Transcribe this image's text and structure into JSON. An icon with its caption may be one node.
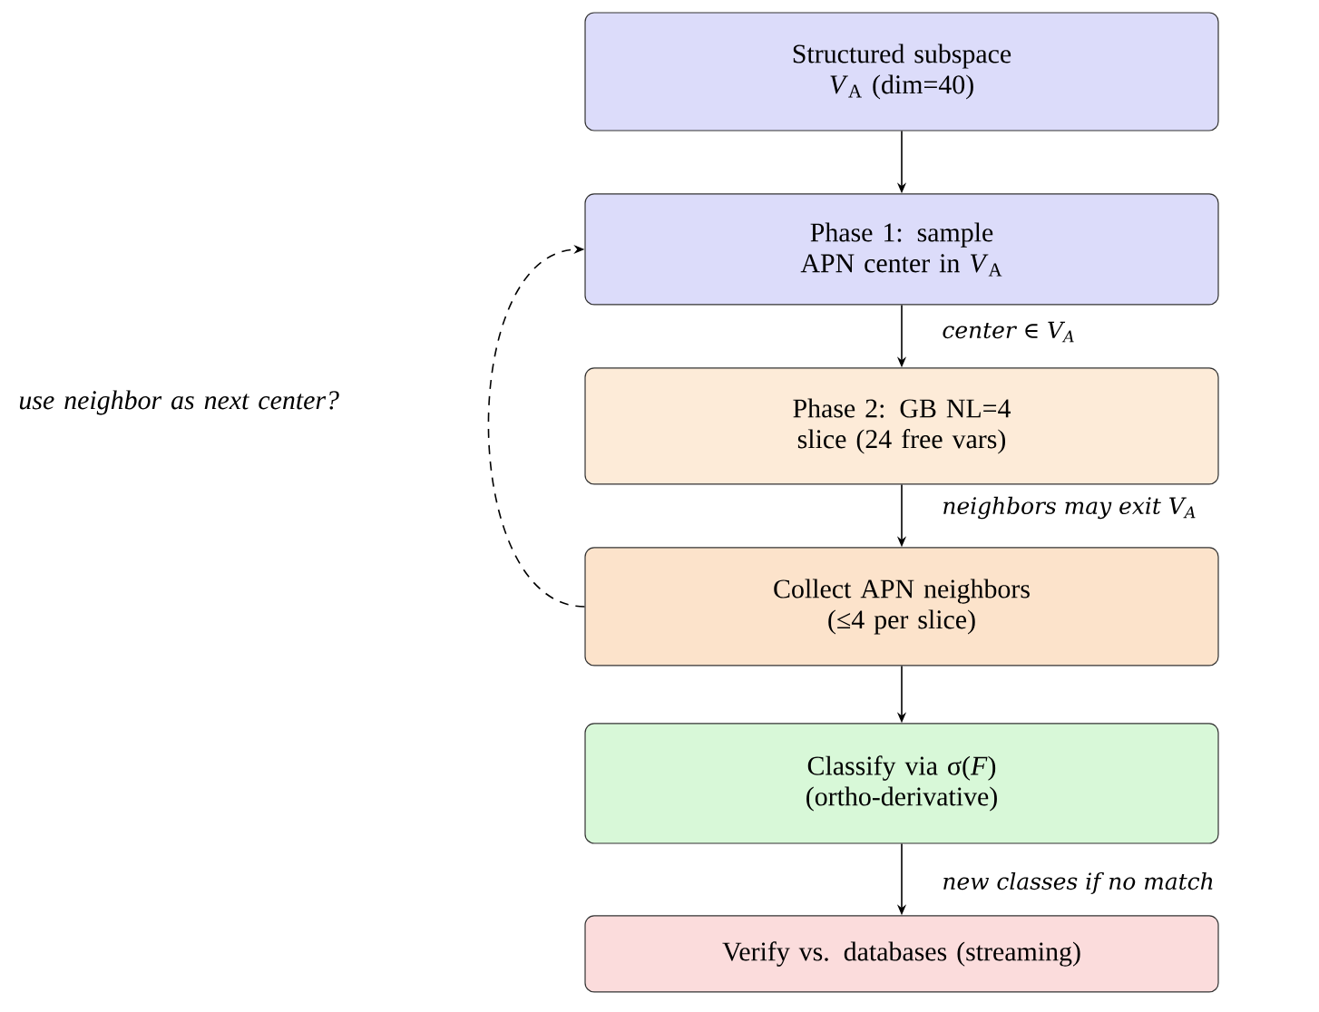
{
  "diagram": {
    "nodes": [
      {
        "text": [
          "Structured subspace *V*$_{A}$ (dim=40)"
        ]
      },
      {
        "text": [
          "Phase 1: sample APN center in *V*$_{A}$"
        ]
      },
      {
        "text": [
          "Phase 2: GB NL=4 slice (24 free vars)"
        ]
      },
      {
        "text": [
          "Collect APN neighbors (≤4 per slice)"
        ]
      },
      {
        "text": [
          "Classify via σ(*F*) (ortho-derivative)"
        ]
      },
      {
        "text": [
          "Verify vs. databases (streaming)"
        ]
      }
    ],
    "edges": [
      {
        "from": 0,
        "to": 1,
        "arrow": "to"
      },
      {
        "from": 1,
        "to": 2,
        "arrow": "to",
        "label": "center ∈ V$_{A}$"
      },
      {
        "from": 2,
        "to": 3,
        "arrow": "to",
        "label": "neighbors may exit V$_{A}$"
      },
      {
        "from": 3,
        "to": 4,
        "arrow": "to"
      },
      {
        "from": 4,
        "to": 5,
        "arrow": "to",
        "label": "new classes if no match"
      },
      {
        "from": 3,
        "to": 1,
        "arrow": "to",
        "style": "dashed"
      }
    ],
    "labels": [
      "use neighbor as next center?"
    ]
  }
}
